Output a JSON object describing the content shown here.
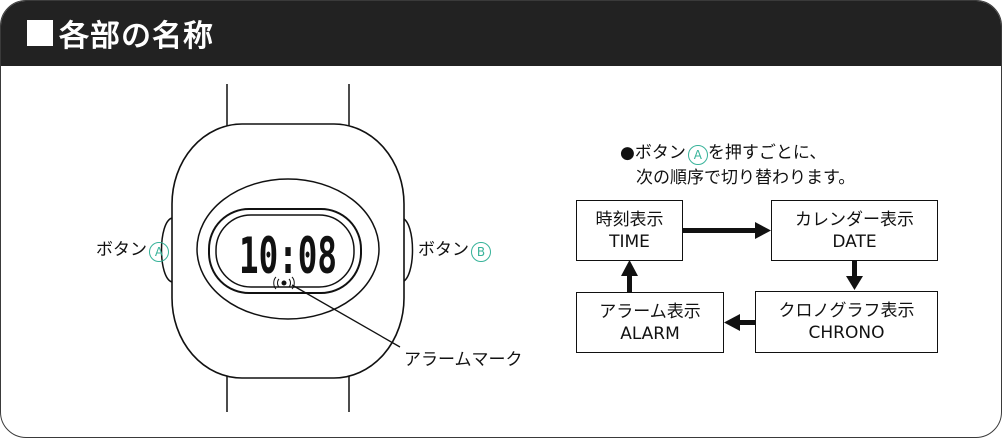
{
  "header": {
    "title": "各部の名称"
  },
  "watch": {
    "display_time": "10:08",
    "button_a_label": "ボタン",
    "button_a_letter": "A",
    "button_b_label": "ボタン",
    "button_b_letter": "B",
    "alarm_mark_label": "アラームマーク"
  },
  "intro": {
    "line1_prefix": "●ボタン",
    "line1_letter": "A",
    "line1_suffix": "を押すごとに、",
    "line2": "次の順序で切り替わります。"
  },
  "modes": {
    "time": {
      "jp": "時刻表示",
      "en": "TIME"
    },
    "date": {
      "jp": "カレンダー表示",
      "en": "DATE"
    },
    "chrono": {
      "jp": "クロノグラフ表示",
      "en": "CHRONO"
    },
    "alarm": {
      "jp": "アラーム表示",
      "en": "ALARM"
    }
  },
  "colors": {
    "header_bg": "#222222",
    "accent": "#38b39a"
  }
}
